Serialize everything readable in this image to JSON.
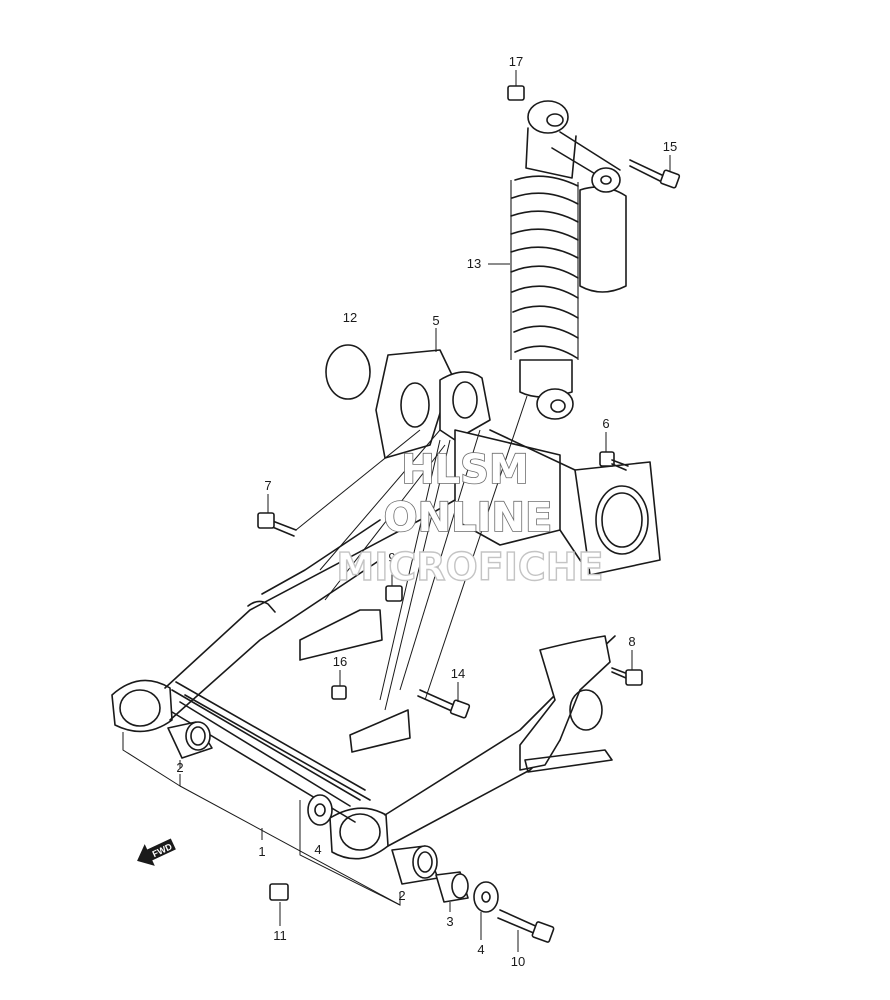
{
  "callouts": {
    "c1": "1",
    "c2a": "2",
    "c2b": "2",
    "c3": "3",
    "c4a": "4",
    "c4b": "4",
    "c5": "5",
    "c6": "6",
    "c7": "7",
    "c8": "8",
    "c9": "9",
    "c10": "10",
    "c11": "11",
    "c12": "12",
    "c13": "13",
    "c14": "14",
    "c15": "15",
    "c16": "16",
    "c17": "17"
  },
  "watermark": {
    "line1": "HLSM",
    "line2": "ONLINE",
    "line3": "MICROFICHE"
  },
  "direction_marker": {
    "text": "FWD",
    "icon": "fwd-arrow-icon"
  },
  "colors": {
    "line": "#1a1a1a",
    "background": "#ffffff",
    "watermark_outline": "#6b6b6b"
  }
}
